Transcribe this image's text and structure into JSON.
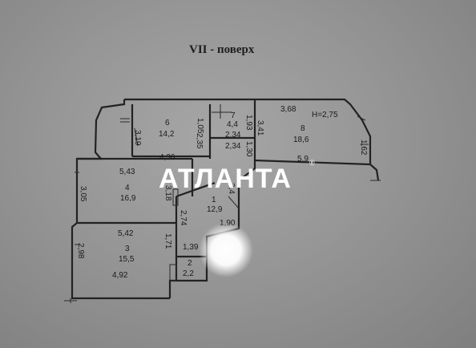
{
  "title": "VII - поверх",
  "watermark": "АТЛАНТА",
  "watermark_mark": "®",
  "ceiling": "H=2,75",
  "rooms": [
    {
      "id": "6",
      "area": "14,2"
    },
    {
      "id": "7",
      "area": "4,4"
    },
    {
      "id": "8",
      "area": "18,6"
    },
    {
      "id": "4",
      "area": "16,9"
    },
    {
      "id": "1",
      "area": "12,9"
    },
    {
      "id": "3",
      "area": "15,5"
    },
    {
      "id": "2",
      "area": "2,2"
    }
  ],
  "dimensions": [
    "1,05",
    "3,19",
    "2,35",
    "4,36",
    "2,34",
    "1,93",
    "2,34",
    "1,30",
    "3,41",
    "3,68",
    "5,9",
    "1,62",
    "5,43",
    "3,05",
    "3,18",
    "3,4",
    "2,74",
    "1,90",
    "5,42",
    "2,98",
    "1,71",
    "1,39",
    "4,92"
  ]
}
